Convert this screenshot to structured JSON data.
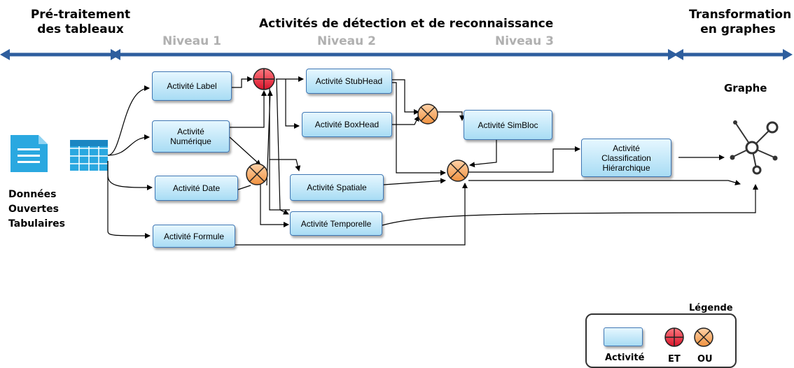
{
  "phases": {
    "preprocessing": [
      "Pré-traitement",
      "des tableaux"
    ],
    "detection": "Activités de détection et de reconnaissance",
    "transformation": [
      "Transformation",
      "en graphes"
    ]
  },
  "levels": [
    "Niveau 1",
    "Niveau 2",
    "Niveau 3"
  ],
  "source": {
    "label": [
      "Données",
      "Ouvertes",
      "Tabulaires"
    ],
    "icon": "document-icon",
    "table_icon": "table-icon"
  },
  "activities": {
    "label": "Activité Label",
    "numerique": [
      "Activité",
      "Numérique"
    ],
    "date": "Activité Date",
    "formule": "Activité Formule",
    "stubhead": "Activité StubHead",
    "boxhead": "Activité BoxHead",
    "spatiale": "Activité Spatiale",
    "temporelle": "Activité Temporelle",
    "simbloc": "Activité SimBloc",
    "classification": [
      "Activité",
      "Classification",
      "Hiérarchique"
    ]
  },
  "output": {
    "label": "Graphe",
    "icon": "graph-icon"
  },
  "legend": {
    "title": "Légende",
    "activity": "Activité",
    "and": "ET",
    "or": "OU"
  },
  "colors": {
    "arrow": "#2e5e9e",
    "and_gate": "#e8283a",
    "or_gate": "#f5a35c",
    "box": "#a8dcf4",
    "level_text": "#b0b0b0"
  }
}
